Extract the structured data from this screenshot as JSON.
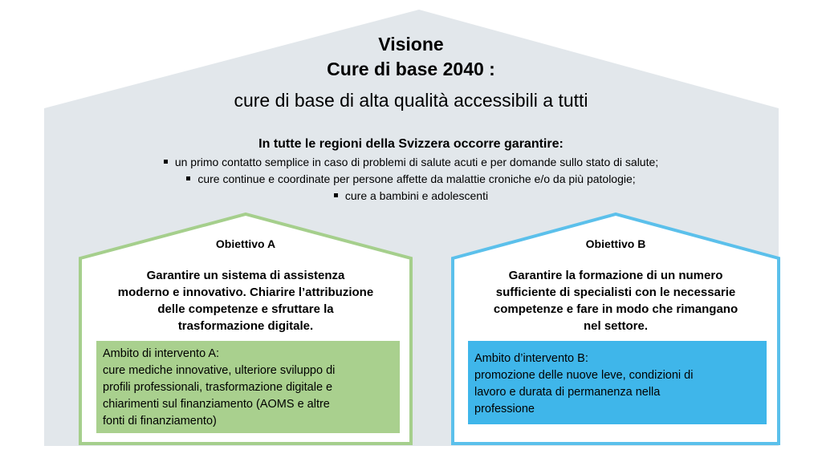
{
  "vision": {
    "title_line1": "Visione",
    "title_line2": "Cure di base 2040 :",
    "subtitle": "cure di base di alta qualità accessibili a tutti",
    "regions_heading": "In tutte le regioni della Svizzera occorre garantire:",
    "bullets": [
      "un primo contatto semplice in caso di problemi di salute acuti e per domande sullo stato di salute;",
      "cure continue e coordinate per persone affette da malattie croniche e/o da più patologie;",
      "cure a bambini e adolescenti"
    ]
  },
  "objective_a": {
    "label": "Obiettivo A",
    "goal_lines": [
      "Garantire un sistema di assistenza",
      "moderno e innovativo. Chiarire l’attribuzione",
      "delle competenze e sfruttare la",
      "trasformazione digitale."
    ],
    "area_lines": [
      "Ambito di intervento A:",
      "cure mediche innovative, ulteriore sviluppo di",
      "profili professionali, trasformazione digitale e",
      "chiarimenti sul finanziamento (AOMS e altre",
      "fonti di finanziamento)"
    ]
  },
  "objective_b": {
    "label": "Obiettivo B",
    "goal_lines": [
      "Garantire la formazione di un numero",
      "sufficiente di specialisti con le necessarie",
      "competenze e fare in modo che rimangano",
      "nel settore."
    ],
    "area_lines": [
      "Ambito d’intervento B:",
      "promozione delle nuove leve, condizioni di",
      "lavoro e durata di permanenza nella",
      "professione"
    ]
  },
  "colors": {
    "big_house_fill": "#e2e7eb",
    "objective_a_border": "#a5cf8c",
    "objective_a_box": "#a9d08e",
    "objective_b_border": "#5bc0eb",
    "objective_b_box": "#3fb6ea"
  }
}
